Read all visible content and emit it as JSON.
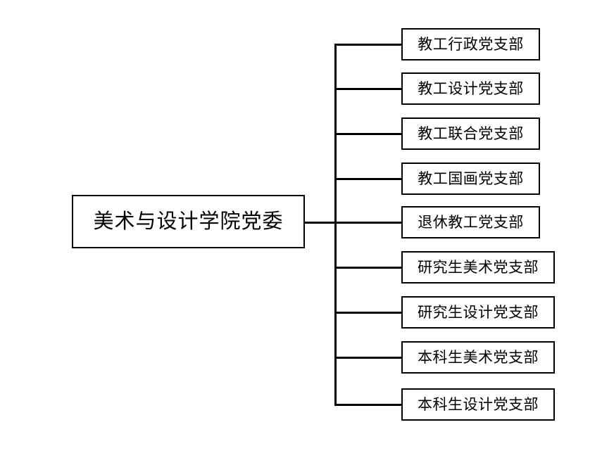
{
  "diagram": {
    "type": "org-chart",
    "orientation": "left-to-right",
    "background_color": "#ffffff",
    "line_color": "#000000",
    "text_color": "#000000",
    "root": {
      "label": "美术与设计学院党委"
    },
    "children": [
      {
        "label": "教工行政党支部"
      },
      {
        "label": "教工设计党支部"
      },
      {
        "label": "教工联合党支部"
      },
      {
        "label": "教工国画党支部"
      },
      {
        "label": "退休教工党支部"
      },
      {
        "label": "研究生美术党支部"
      },
      {
        "label": "研究生设计党支部"
      },
      {
        "label": "本科生美术党支部"
      },
      {
        "label": "本科生设计党支部"
      }
    ]
  }
}
